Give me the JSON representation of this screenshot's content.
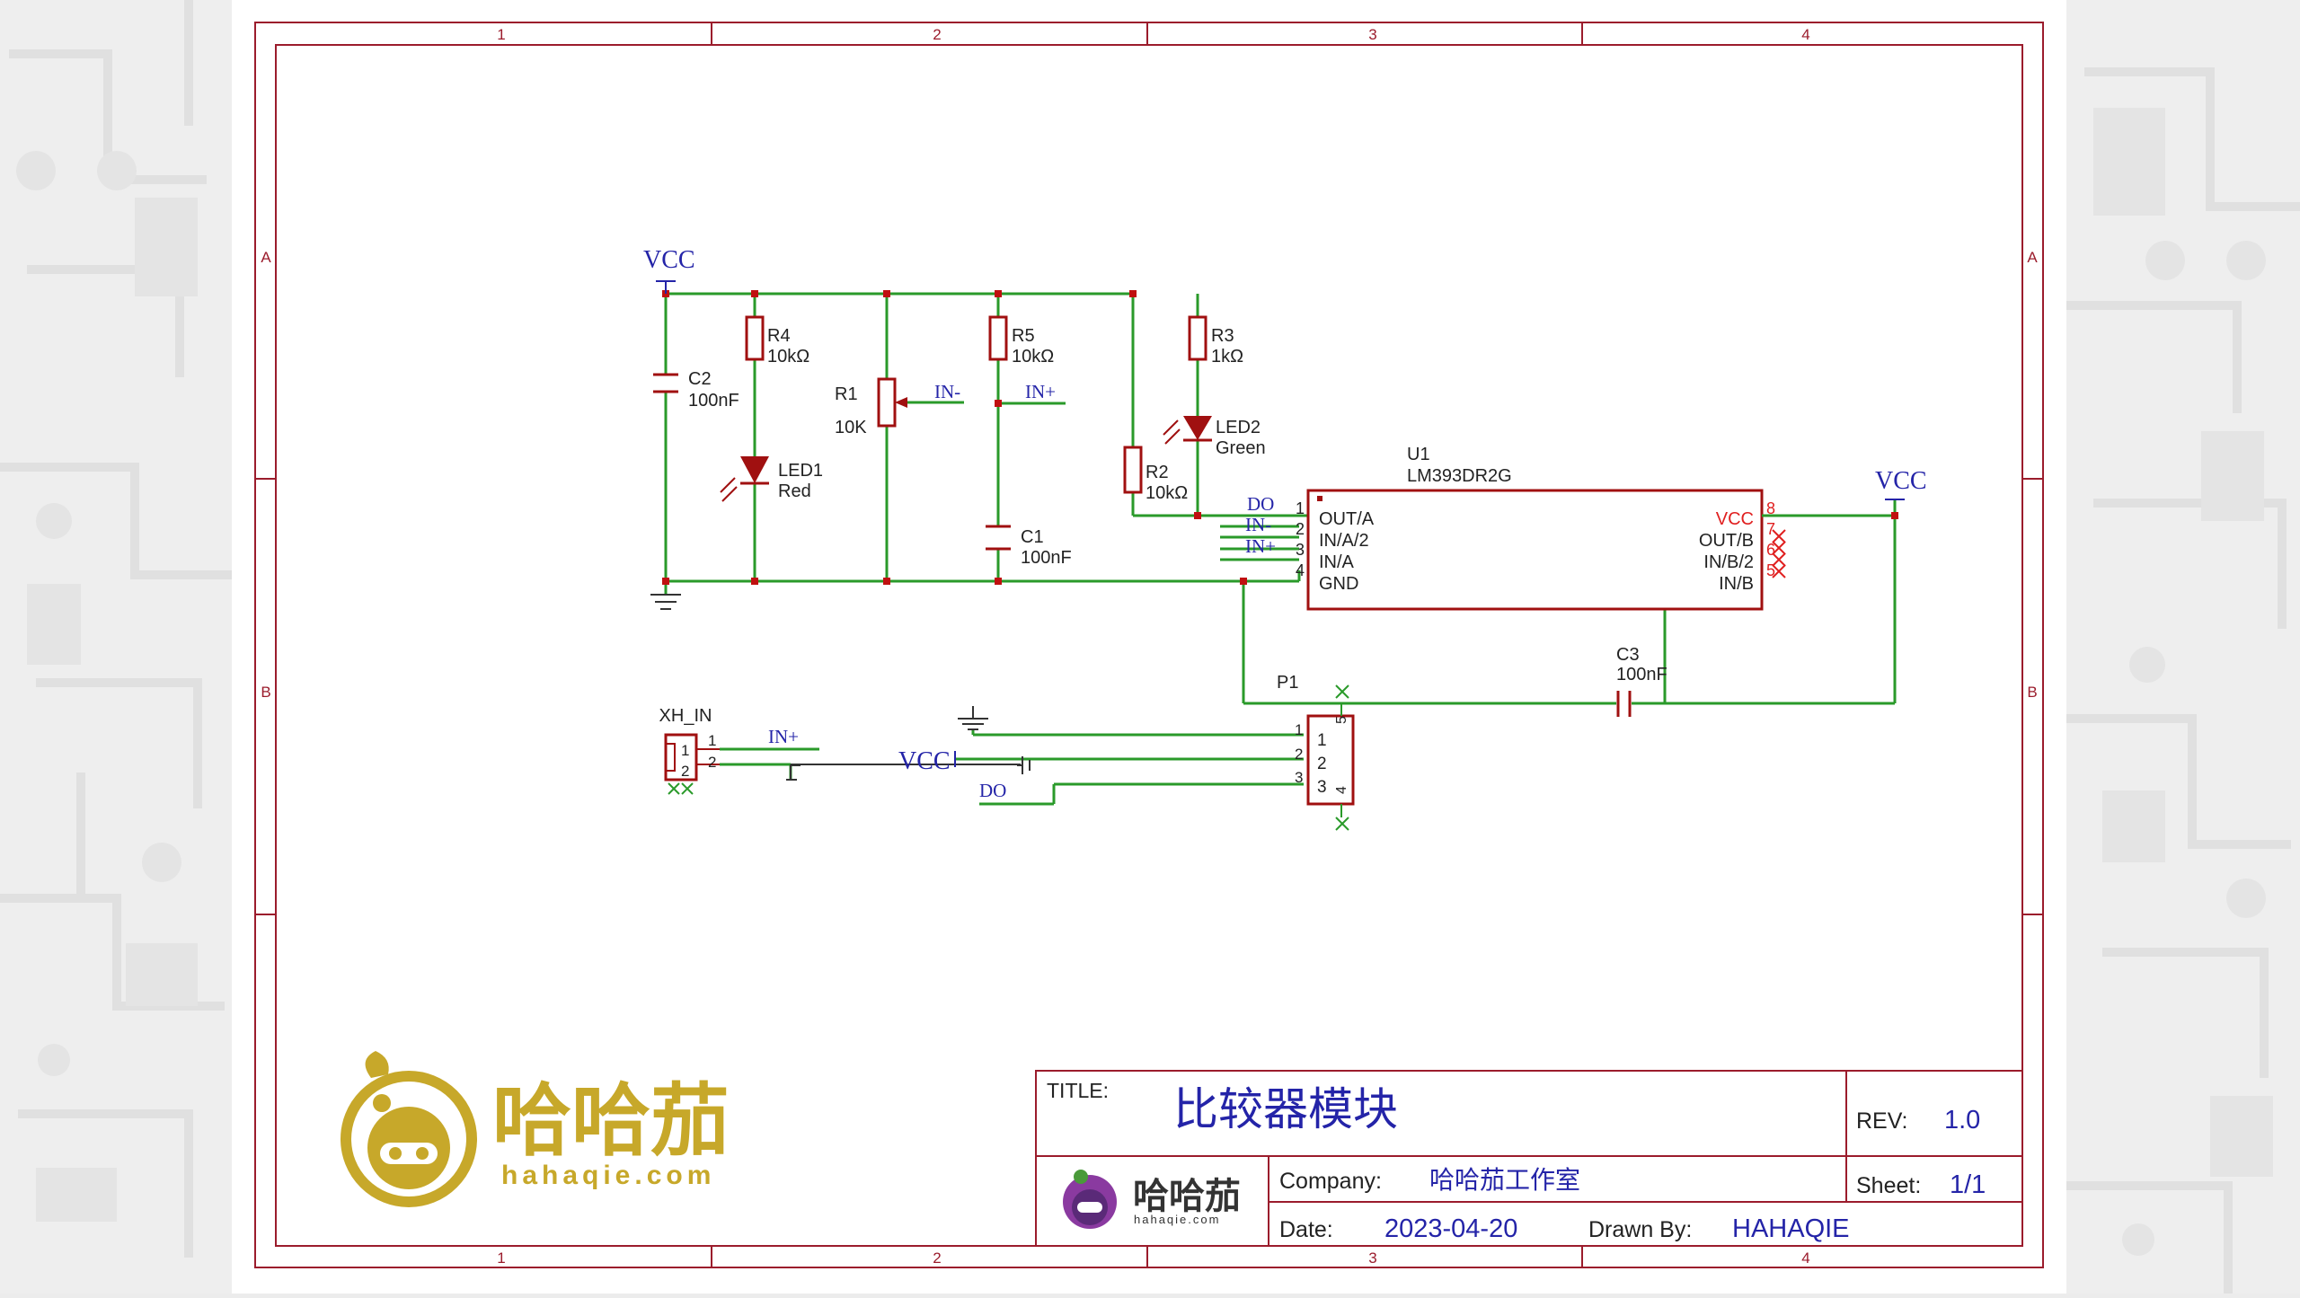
{
  "frame": {
    "top_zones": [
      "1",
      "2",
      "3",
      "4"
    ],
    "bottom_zones": [
      "1",
      "2",
      "3",
      "4"
    ],
    "left_rows": [
      "A",
      "B"
    ],
    "right_rows": [
      "A",
      "B"
    ]
  },
  "power": {
    "vcc_left": "VCC",
    "vcc_right": "VCC",
    "vcc_p1": "VCC"
  },
  "components": {
    "c2": {
      "ref": "C2",
      "value": "100nF"
    },
    "r4": {
      "ref": "R4",
      "value": "10kΩ"
    },
    "led1": {
      "ref": "LED1",
      "value": "Red"
    },
    "r1": {
      "ref": "R1",
      "value": "10K"
    },
    "r5": {
      "ref": "R5",
      "value": "10kΩ"
    },
    "c1": {
      "ref": "C1",
      "value": "100nF"
    },
    "r3": {
      "ref": "R3",
      "value": "1kΩ"
    },
    "led2": {
      "ref": "LED2",
      "value": "Green"
    },
    "r2": {
      "ref": "R2",
      "value": "10kΩ"
    },
    "c3": {
      "ref": "C3",
      "value": "100nF"
    },
    "u1": {
      "ref": "U1",
      "value": "LM393DR2G",
      "left_pins": [
        {
          "num": "1",
          "name": "OUT/A"
        },
        {
          "num": "2",
          "name": "IN/A/2"
        },
        {
          "num": "3",
          "name": "IN/A"
        },
        {
          "num": "4",
          "name": "GND"
        }
      ],
      "right_pins": [
        {
          "num": "8",
          "name": "VCC"
        },
        {
          "num": "7",
          "name": "OUT/B"
        },
        {
          "num": "6",
          "name": "IN/B/2"
        },
        {
          "num": "5",
          "name": "IN/B"
        }
      ]
    },
    "xh_in": {
      "ref": "XH_IN",
      "pins": [
        "1",
        "2"
      ]
    },
    "p1": {
      "ref": "P1",
      "pins": [
        "1",
        "2",
        "3"
      ],
      "outer_pins": [
        "1",
        "2",
        "3"
      ],
      "extra_pins": [
        "5",
        "4"
      ]
    }
  },
  "net_labels": {
    "in_minus": "IN-",
    "in_plus": "IN+",
    "do_u1": "DO",
    "in_minus_u1": "IN-",
    "in_plus_u1": "IN+",
    "in_plus_xh": "IN+",
    "do_p1": "DO"
  },
  "logo": {
    "name": "哈哈茄",
    "url": "hahaqie.com",
    "color": "#c7a82a"
  },
  "title_block": {
    "title_label": "TITLE:",
    "title": "比较器模块",
    "rev_label": "REV:",
    "rev": "1.0",
    "company_label": "Company:",
    "company": "哈哈茄工作室",
    "sheet_label": "Sheet:",
    "sheet": "1/1",
    "date_label": "Date:",
    "date": "2023-04-20",
    "drawn_label": "Drawn By:",
    "drawn_by": "HAHAQIE"
  },
  "colors": {
    "frame": "#9b1c2c",
    "wire": "#2a9a2a",
    "part": "#a01010",
    "label": "#2424a8",
    "pin_red": "#e02020"
  }
}
